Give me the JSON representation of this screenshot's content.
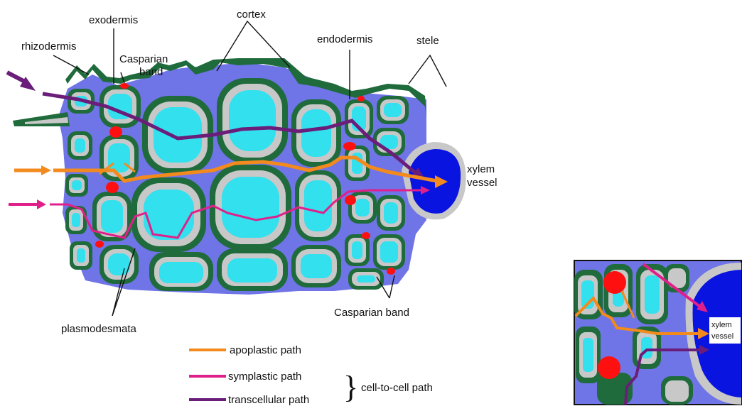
{
  "labels": {
    "exodermis": "exodermis",
    "cortex": "cortex",
    "rhizodermis": "rhizodermis",
    "casparian_band_top_1": "Casparian",
    "casparian_band_top_2": "band",
    "endodermis": "endodermis",
    "stele": "stele",
    "xylem_1": "xylem",
    "xylem_2": "vessel",
    "plasmodesmata": "plasmodesmata",
    "casparian_band_bottom": "Casparian band"
  },
  "legend": {
    "apoplastic": "apoplastic path",
    "symplastic": "symplastic path",
    "transcellular": "transcellular path",
    "cell_to_cell": "cell-to-cell path"
  },
  "inset": {
    "xylem_1": "xylem",
    "xylem_2": "vessel"
  },
  "colors": {
    "cell_wall_green": "#1f6b3b",
    "cytoplasm_gray": "#c8c8c8",
    "vacuole_cyan": "#33e0ee",
    "intercellular_blue": "#6f74e6",
    "xylem_blue": "#0a14e0",
    "casparian_red": "#ff1010",
    "apoplastic_orange": "#f28a1e",
    "symplastic_pink": "#e0208a",
    "transcellular_purple": "#6a1e7a"
  }
}
